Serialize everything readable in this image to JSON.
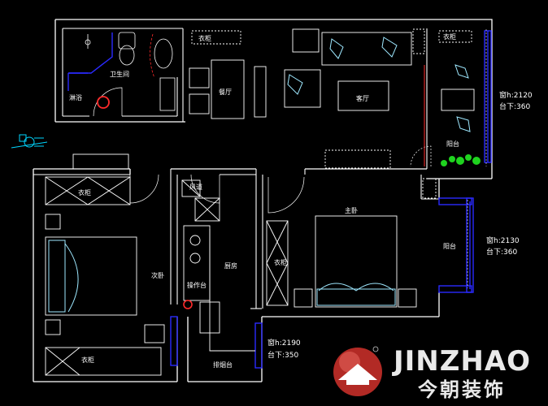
{
  "rooms": {
    "bathroom": "卫生间",
    "shower": "淋浴",
    "dining": "餐厅",
    "living": "客厅",
    "balcony_top": "阳台",
    "second_bedroom": "次卧",
    "kitchen": "厨房",
    "master_bedroom": "主卧",
    "balcony_right": "阳台",
    "work_counter": "操作台",
    "flue": "风道",
    "cabinet": "衣柜",
    "wardrobe": "衣柜",
    "drain_counter": "排烟台"
  },
  "window_notes": [
    {
      "id": "top-right",
      "line1": "窗h:2120",
      "line2": "台下:360"
    },
    {
      "id": "mid-right",
      "line1": "窗h:2130",
      "line2": "台下:360"
    },
    {
      "id": "bottom",
      "line1": "窗h:2190",
      "line2": "台下:350"
    }
  ],
  "watermark": {
    "brand_latin": "JINZHAO",
    "brand_cjk": "今朝装饰"
  },
  "colors": {
    "background": "#000000",
    "wall": "#ffffff",
    "window": "#2a2aff",
    "furniture": "#9ee8ff",
    "door_arc": "#ffffff",
    "plant": "#1fd31f",
    "marker": "#ff2a2a",
    "brand_red": "#c0312b"
  }
}
